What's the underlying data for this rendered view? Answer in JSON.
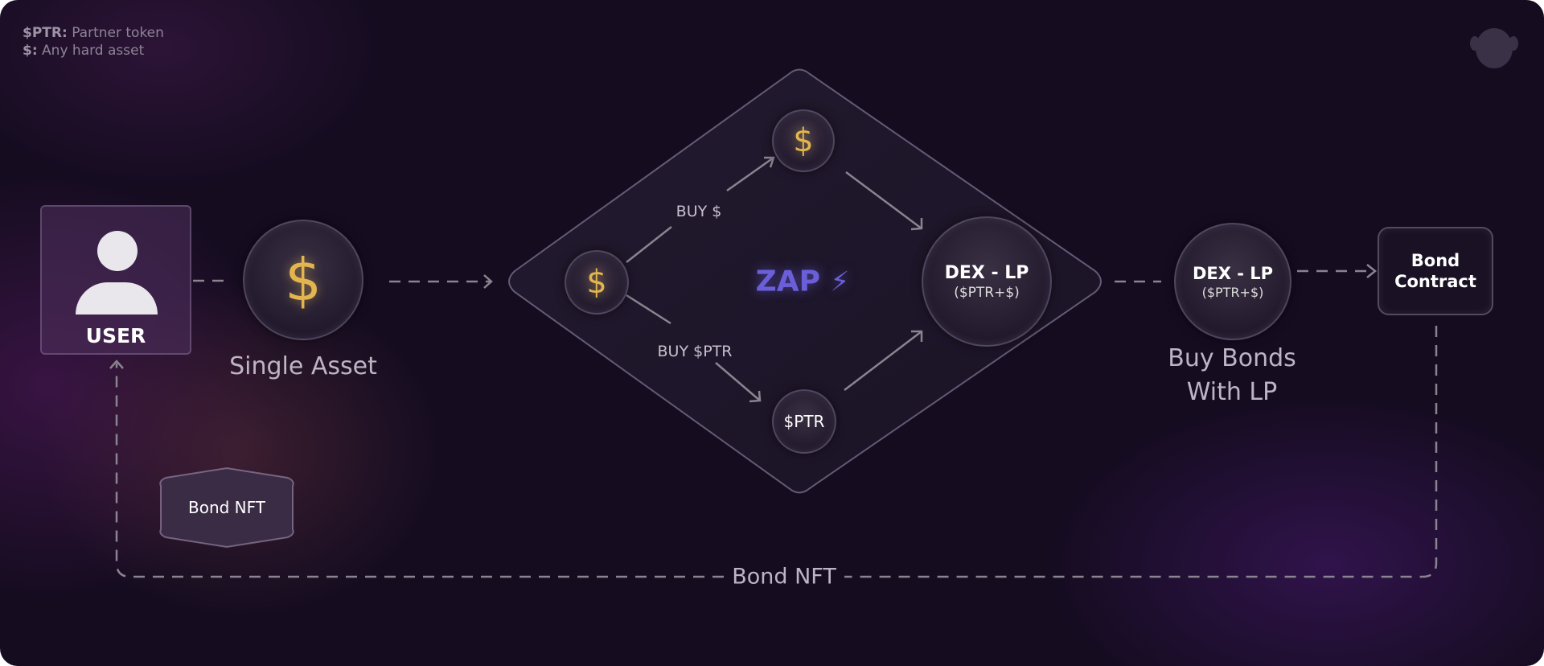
{
  "legend": {
    "ptr_key": "$PTR:",
    "ptr_desc": "Partner token",
    "asset_key": "$:",
    "asset_desc": "Any hard asset"
  },
  "user": {
    "label": "USER"
  },
  "single_asset": {
    "symbol": "$",
    "label": "Single Asset"
  },
  "zap": {
    "label": "ZAP",
    "left_symbol": "$",
    "top_symbol": "$",
    "bottom_symbol": "$PTR",
    "buy_asset": "BUY $",
    "buy_ptr": "BUY $PTR",
    "dex_title": "DEX - LP",
    "dex_sub": "($PTR+$)"
  },
  "dex_lp": {
    "title": "DEX - LP",
    "sub": "($PTR+$)",
    "caption_line1": "Buy Bonds",
    "caption_line2": "With LP"
  },
  "bond_contract": {
    "line1": "Bond",
    "line2": "Contract"
  },
  "bond_nft_badge": "Bond NFT",
  "return_flow_label": "Bond NFT",
  "colors": {
    "gold": "#e2b54f",
    "zap": "#6a5fd8",
    "bg": "#150c20"
  }
}
